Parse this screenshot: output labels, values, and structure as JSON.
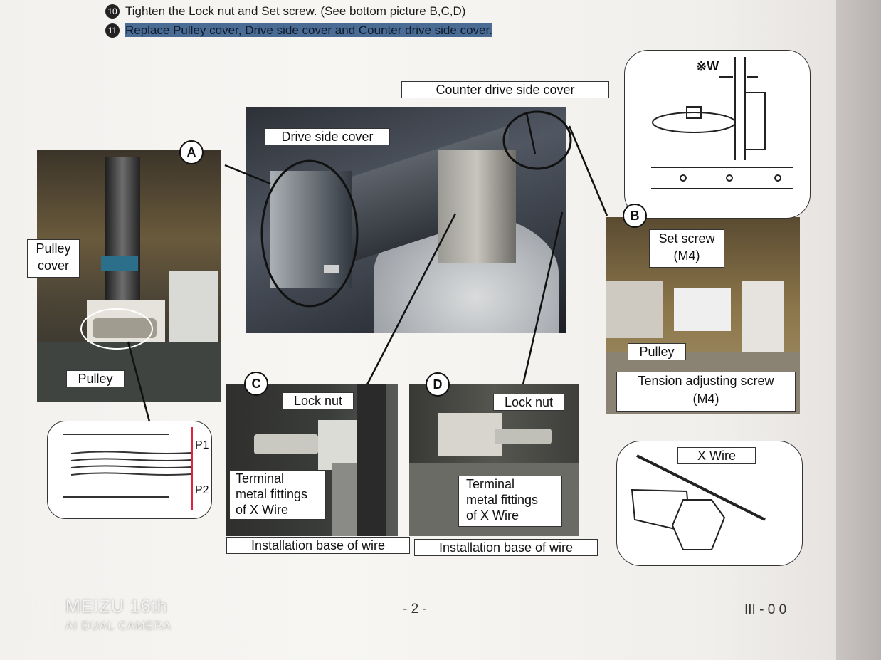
{
  "steps": [
    {
      "num": "10",
      "text": "Tighten the Lock nut and Set screw. (See bottom picture B,C,D)"
    },
    {
      "num": "11",
      "text": "Replace Pulley cover, Drive side cover and Counter drive side cover."
    }
  ],
  "callouts": {
    "counter_drive_side_cover": "Counter drive side cover",
    "drive_side_cover": "Drive side cover",
    "pulley_cover_1": "Pulley",
    "pulley_cover_2": "cover",
    "pulley_a": "Pulley",
    "set_screw_1": "Set screw",
    "set_screw_2": "(M4)",
    "pulley_b": "Pulley",
    "tension_1": "Tension adjusting screw",
    "tension_2": "(M4)",
    "lock_nut_c": "Lock nut",
    "lock_nut_d": "Lock nut",
    "terminal_c_1": "Terminal",
    "terminal_c_2": "metal fittings",
    "terminal_c_3": "of X Wire",
    "terminal_d_1": "Terminal",
    "terminal_d_2": "metal fittings",
    "terminal_d_3": "of X Wire",
    "install_base_c": "Installation base of wire",
    "install_base_d": "Installation base of wire",
    "x_wire": "X Wire",
    "w_label": "※W",
    "p1": "P1",
    "p2": "P2"
  },
  "markers": {
    "a": "A",
    "b": "B",
    "c": "C",
    "d": "D"
  },
  "footer": {
    "page": "- 2 -",
    "code": "III - 0 0"
  },
  "watermark": {
    "brand": "MEIZU 16th",
    "sub": "AI DUAL CAMERA"
  }
}
